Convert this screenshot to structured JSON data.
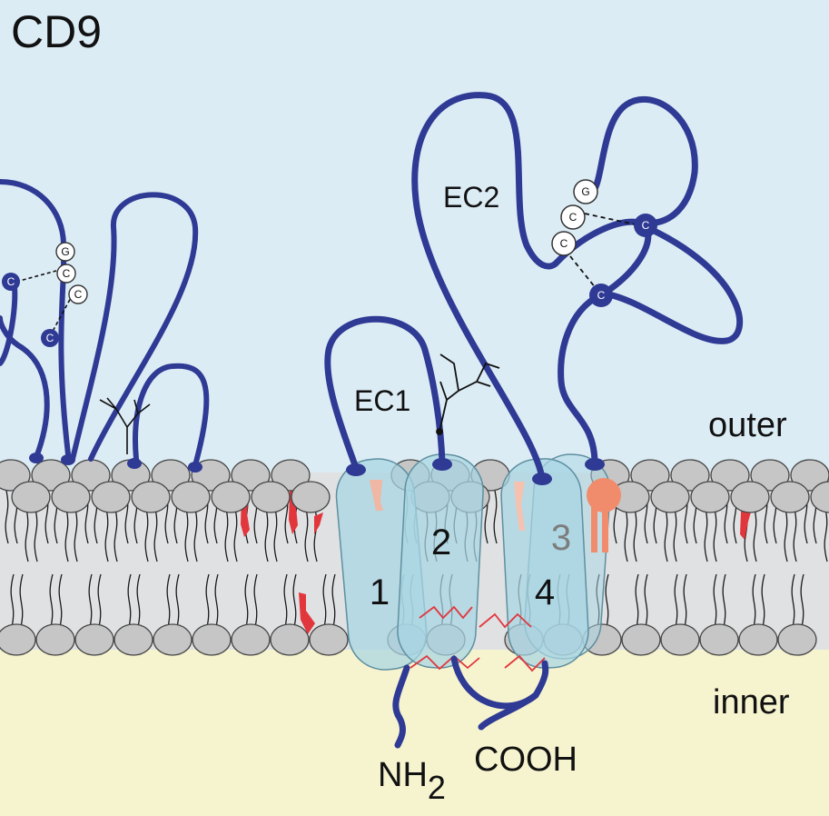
{
  "title": "CD9",
  "loops": {
    "ec1": "EC1",
    "ec2": "EC2"
  },
  "regions": {
    "outer": "outer",
    "inner": "inner"
  },
  "termini": {
    "n_main": "NH",
    "n_sub": "2",
    "c": "COOH"
  },
  "helices": [
    "1",
    "2",
    "3",
    "4"
  ],
  "motif_residues": [
    "G",
    "C",
    "C"
  ],
  "cysteine": "C",
  "colors": {
    "extracellular": "#dcecf5",
    "cytoplasm": "#f6f3cf",
    "membrane": "#dfe1e3",
    "chain": "#2e3a94",
    "helix": "#a8d6e3",
    "lipid_head": "#c6c6c6",
    "cholesterol": "#e2363d",
    "palmitoyl": "#f08c6c"
  }
}
